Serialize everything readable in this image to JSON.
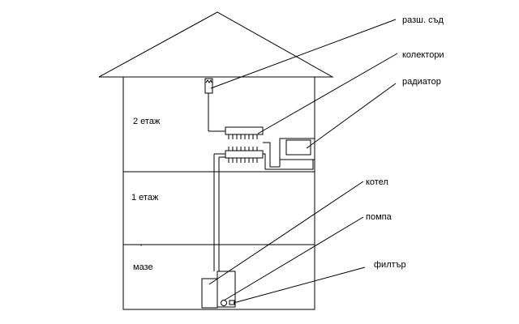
{
  "floors": {
    "second": "2 етаж",
    "first": "1 етаж",
    "basement": "мазе"
  },
  "callouts": {
    "expansion_tank": "разш. съд",
    "collectors": "колектори",
    "radiator": "радиатор",
    "boiler": "котел",
    "pump": "помпа",
    "filter": "филтър"
  }
}
